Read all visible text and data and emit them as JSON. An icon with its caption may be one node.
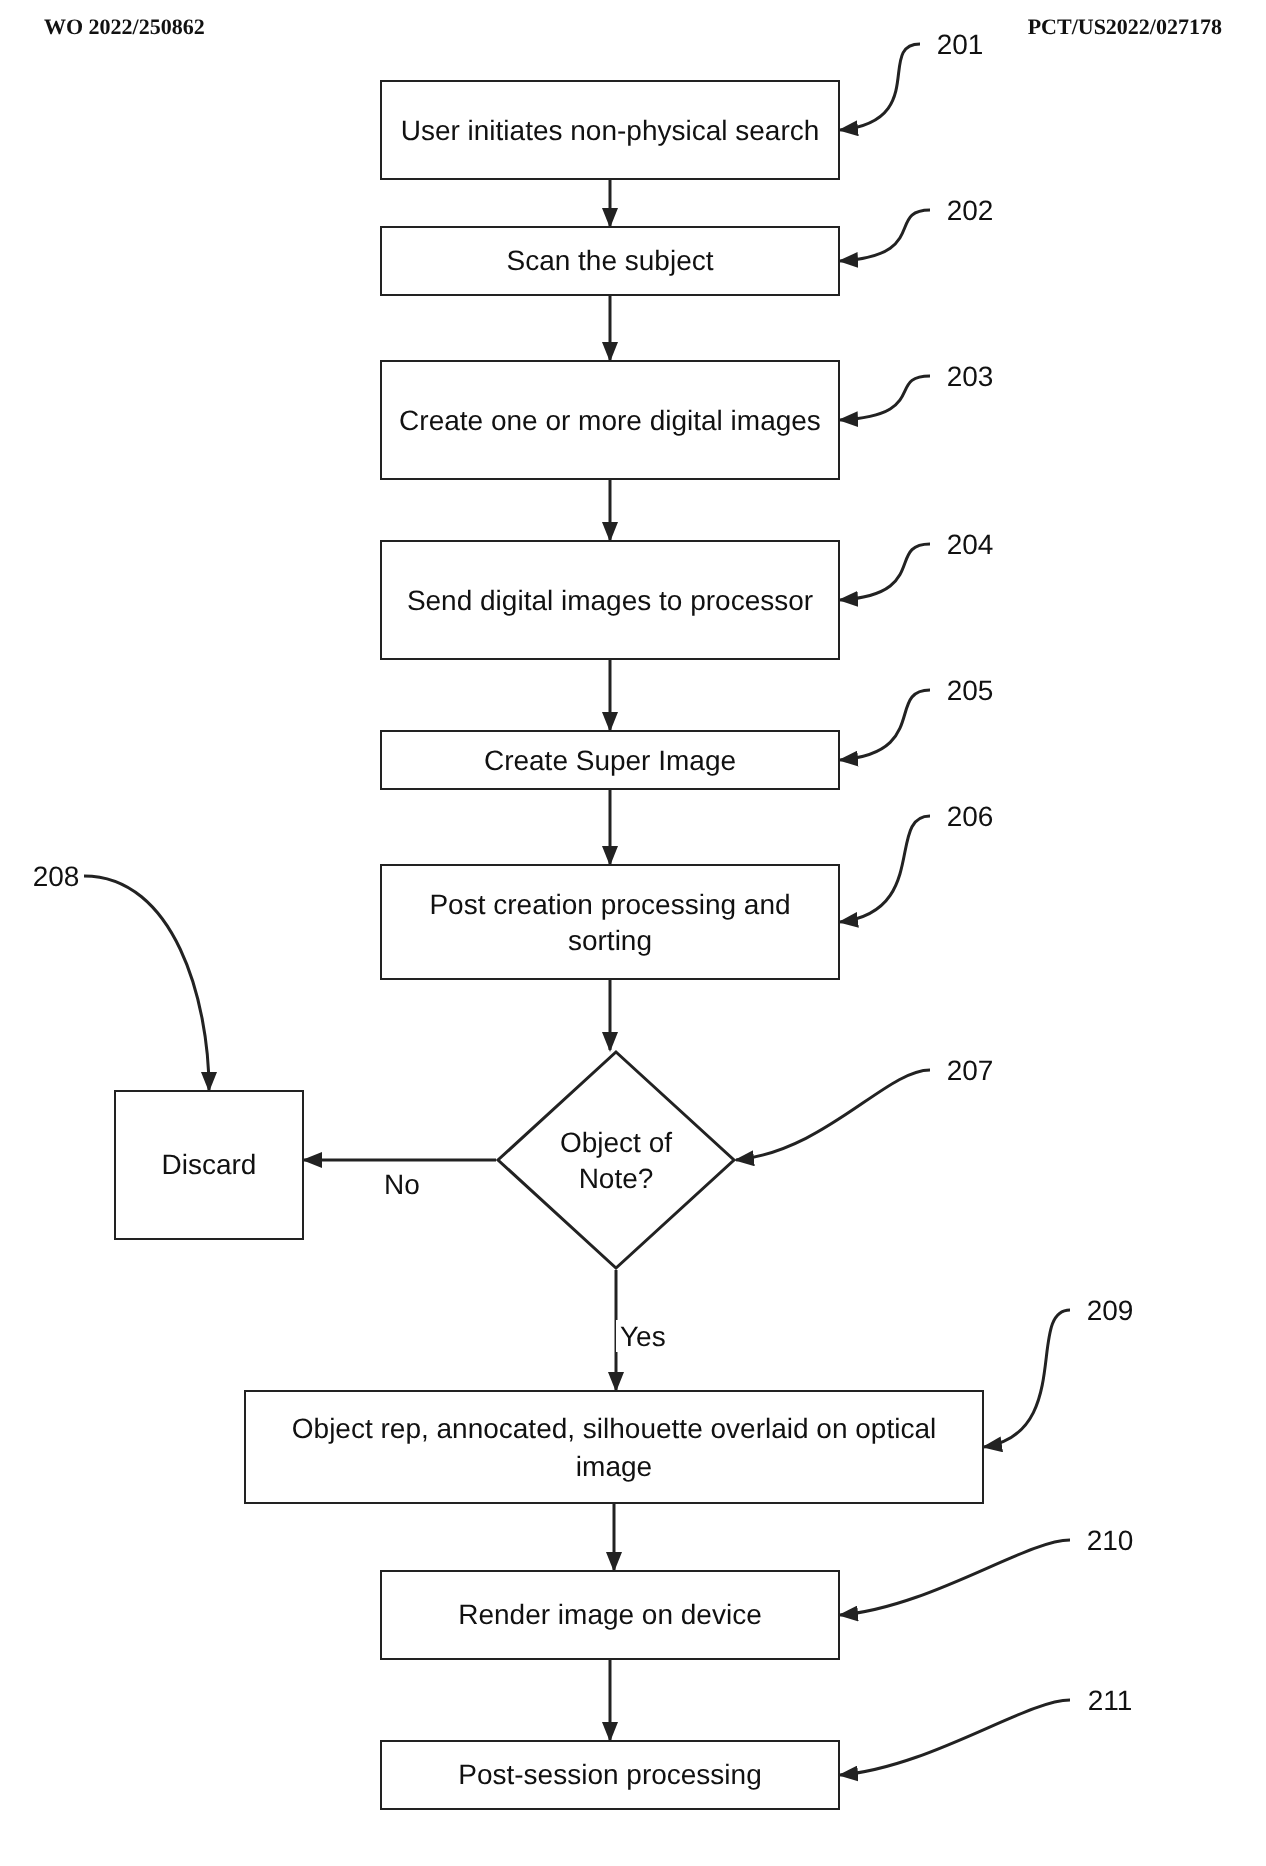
{
  "diagram": {
    "nodes": [
      {
        "text": [
          "User initiates non-physical search"
        ]
      },
      {
        "text": [
          "Scan the subject"
        ]
      },
      {
        "text": [
          "Create one or more digital images"
        ]
      },
      {
        "text": [
          "Send digital images to processor"
        ]
      },
      {
        "text": [
          "Create Super Image"
        ]
      },
      {
        "text": [
          "Post creation processing and sorting"
        ]
      },
      {
        "text": [
          "Object of Note?"
        ]
      },
      {
        "text": [
          "Discard"
        ]
      },
      {
        "text": [
          "Object rep, annocated, silhouette overlaid on optical image"
        ]
      },
      {
        "text": [
          "Render image on device"
        ]
      },
      {
        "text": [
          "Post-session processing"
        ]
      },
      {
        "text": [
          "201"
        ]
      },
      {
        "text": [
          "202"
        ]
      },
      {
        "text": [
          "203"
        ]
      },
      {
        "text": [
          "204"
        ]
      },
      {
        "text": [
          "205"
        ]
      },
      {
        "text": [
          "206"
        ]
      },
      {
        "text": [
          "207"
        ]
      },
      {
        "text": [
          "208"
        ]
      },
      {
        "text": [
          "209"
        ]
      },
      {
        "text": [
          "210"
        ]
      },
      {
        "text": [
          "211"
        ]
      }
    ],
    "edges": [
      {
        "from": 0,
        "to": 1,
        "arrow": "to"
      },
      {
        "from": 1,
        "to": 2,
        "arrow": "to"
      },
      {
        "from": 2,
        "to": 3,
        "arrow": "to"
      },
      {
        "from": 3,
        "to": 4,
        "arrow": "to"
      },
      {
        "from": 4,
        "to": 5,
        "arrow": "to"
      },
      {
        "from": 5,
        "to": 6,
        "arrow": "to"
      },
      {
        "from": 6,
        "to": 7,
        "arrow": "to",
        "label": "No"
      },
      {
        "from": 6,
        "to": 8,
        "arrow": "to",
        "label": "Yes"
      },
      {
        "from": 8,
        "to": 9,
        "arrow": "to"
      },
      {
        "from": 9,
        "to": 10,
        "arrow": "to"
      },
      {
        "from": 11,
        "to": 0,
        "arrow": "to"
      },
      {
        "from": 12,
        "to": 1,
        "arrow": "to"
      },
      {
        "from": 13,
        "to": 2,
        "arrow": "to"
      },
      {
        "from": 14,
        "to": 3,
        "arrow": "to"
      },
      {
        "from": 15,
        "to": 4,
        "arrow": "to"
      },
      {
        "from": 16,
        "to": 5,
        "arrow": "to"
      },
      {
        "from": 17,
        "to": 6,
        "arrow": "to"
      },
      {
        "from": 18,
        "to": 7,
        "arrow": "to"
      },
      {
        "from": 19,
        "to": 8,
        "arrow": "to"
      },
      {
        "from": 20,
        "to": 9,
        "arrow": "to"
      },
      {
        "from": 21,
        "to": 10,
        "arrow": "to"
      }
    ],
    "labels": [
      "WO 2022/250862",
      "PCT/US2022/027178"
    ]
  }
}
